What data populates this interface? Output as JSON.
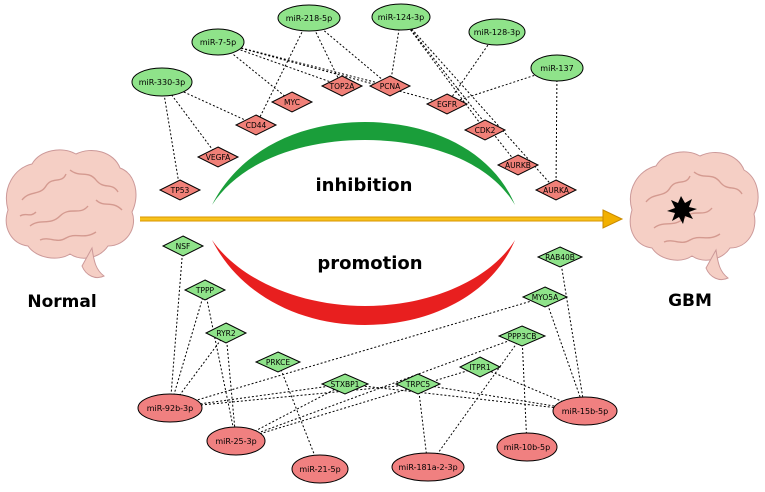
{
  "side_labels": {
    "left": "Normal",
    "right": "GBM"
  },
  "arc_labels": {
    "top": "inhibition",
    "bottom": "promotion"
  },
  "colors": {
    "mirna_green": "#8fe38a",
    "mirna_red": "#f08080",
    "gene_red": "#f08078",
    "gene_green": "#8fe38a",
    "inhibition_arc": "#1a9e3a",
    "promotion_arc": "#e81f1f",
    "arrow": "#f2b000",
    "brain": "#f5cfc5"
  },
  "top_mirnas": {
    "mir218": "miR-218-5p",
    "mir124": "miR-124-3p",
    "mir7": "miR-7-5p",
    "mir128": "miR-128-3p",
    "mir330": "miR-330-3p",
    "mir137": "miR-137"
  },
  "top_genes": {
    "top2a": "TOP2A",
    "pcna": "PCNA",
    "myc": "MYC",
    "egfr": "EGFR",
    "cd44": "CD44",
    "cdk2": "CDK2",
    "vegfa": "VEGFA",
    "aurkb": "AURKB",
    "aurka": "AURKA",
    "tp53": "TP53"
  },
  "bottom_genes": {
    "nsf": "NSF",
    "rab40b": "RAB40B",
    "tppp": "TPPP",
    "myo5a": "MYO5A",
    "ryr2": "RYR2",
    "ppp3cb": "PPP3CB",
    "prkce": "PRKCE",
    "itpr1": "ITPR1",
    "stxbp1": "STXBP1",
    "trpc5": "TRPC5"
  },
  "bottom_mirnas": {
    "mir92b": "miR-92b-3p",
    "mir15b": "miR-15b-5p",
    "mir25": "miR-25-3p",
    "mir10b": "miR-10b-5p",
    "mir21": "miR-21-5p",
    "mir181a": "miR-181a-2-3p"
  }
}
